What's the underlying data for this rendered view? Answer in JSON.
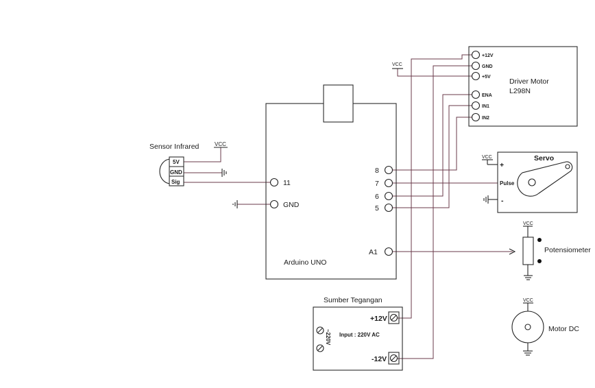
{
  "labels": {
    "driver_title_1": "Driver Motor",
    "driver_title_2": "L298N",
    "driver_p12v": "+12V",
    "driver_gnd": "GND",
    "driver_p5v": "+5V",
    "driver_ena": "ENA",
    "driver_in1": "IN1",
    "driver_in2": "IN2",
    "vcc": "VCC",
    "sensor_title": "Sensor Infrared",
    "sensor_5v": "5V",
    "sensor_gnd": "GND",
    "sensor_sig": "Sig",
    "arduino_title": "Arduino UNO",
    "arduino_pin11": "11",
    "arduino_gnd": "GND",
    "arduino_pin8": "8",
    "arduino_pin7": "7",
    "arduino_pin6": "6",
    "arduino_pin5": "5",
    "arduino_a1": "A1",
    "servo_title": "Servo",
    "servo_plus": "+",
    "servo_pulse": "Pulse",
    "servo_minus": "-",
    "pot_title": "Potensiometer",
    "motor_title": "Motor DC",
    "psu_title": "Sumber Tegangan",
    "psu_input": "Input : 220V AC",
    "psu_ac": "~220V",
    "psu_p12": "+12V",
    "psu_m12": "-12V"
  }
}
